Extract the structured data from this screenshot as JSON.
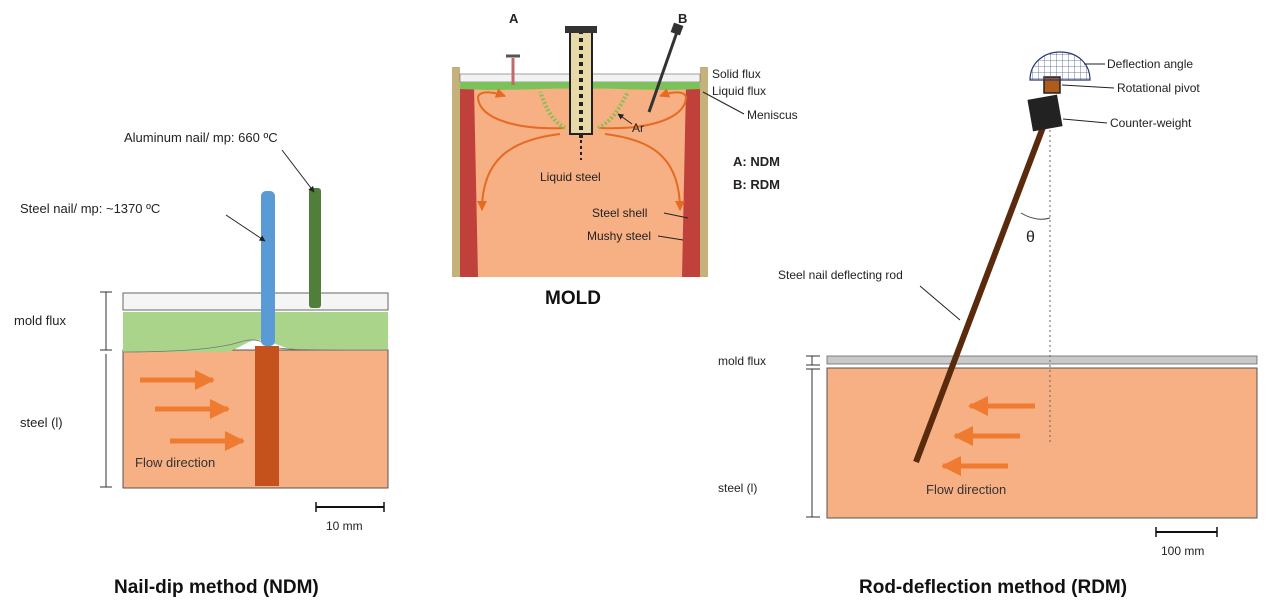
{
  "ndm": {
    "aluminum_label": "Aluminum nail/ mp: 660 ºC",
    "steel_nail_label": "Steel nail/ mp: ~1370 ºC",
    "mold_flux_label": "mold flux",
    "steel_label": "steel (l)",
    "flow_label": "Flow direction",
    "scale_label": "10 mm",
    "title": "Nail-dip method (NDM)"
  },
  "mold": {
    "label_a": "A",
    "label_b": "B",
    "solid_flux": "Solid flux",
    "liquid_flux": "Liquid flux",
    "meniscus": "Meniscus",
    "ar": "Ar",
    "liquid_steel": "Liquid steel",
    "legend_a": "A: NDM",
    "legend_b": "B: RDM",
    "steel_shell": "Steel shell",
    "mushy_steel": "Mushy steel",
    "title": "MOLD"
  },
  "rdm": {
    "deflection_angle": "Deflection angle",
    "rotational_pivot": "Rotational pivot",
    "counter_weight": "Counter-weight",
    "theta": "θ",
    "rod_label": "Steel nail deflecting rod",
    "mold_flux_label": "mold flux",
    "steel_label": "steel (l)",
    "flow_label": "Flow direction",
    "scale_label": "100 mm",
    "title": "Rod-deflection method (RDM)"
  },
  "colors": {
    "steel": "#f6b083",
    "flux_green": "#a9d48a",
    "aluminum_nail": "#5b9bd5",
    "steel_nail": "#4f7f3a",
    "arrow": "#ef7b30",
    "shell": "#c0413b",
    "rod": "#5a2a0c",
    "dip_mark": "#c5521c"
  }
}
